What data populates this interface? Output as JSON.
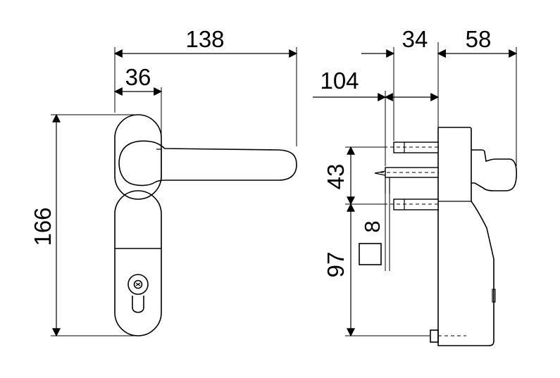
{
  "dimensions": {
    "overall_width": "138",
    "rosette_width": "36",
    "rosette_height": "166",
    "projection": "104",
    "side_a": "34",
    "side_b": "58",
    "upper_height": "43",
    "lower_height": "97",
    "square_spindle": "8"
  }
}
